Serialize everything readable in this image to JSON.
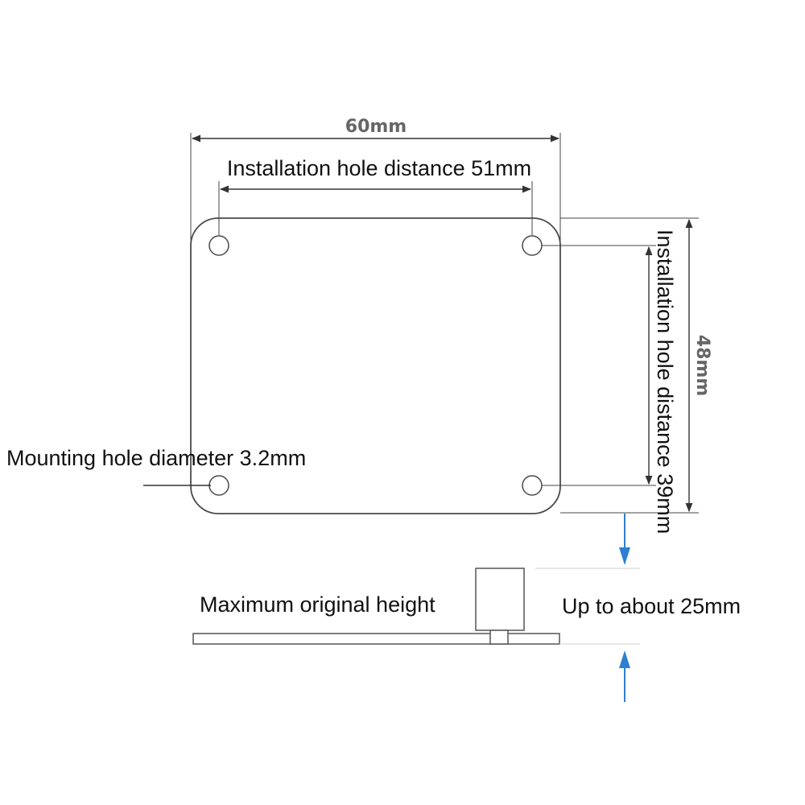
{
  "dimensions": {
    "board_width_label": "60mm",
    "board_height_label": "48mm",
    "hole_distance_horizontal_label": "Installation hole distance 51mm",
    "hole_distance_vertical_label": "Installation hole distance 39mm",
    "hole_diameter_label": "Mounting hole diameter 3.2mm"
  },
  "side_view": {
    "max_height_label": "Maximum original height",
    "height_value_label": "Up to about 25mm"
  },
  "colors": {
    "outline": "#4a4a4a",
    "dimension_text": "#666666",
    "annotation_text": "#111111",
    "arrow": "#2f7fd0"
  }
}
